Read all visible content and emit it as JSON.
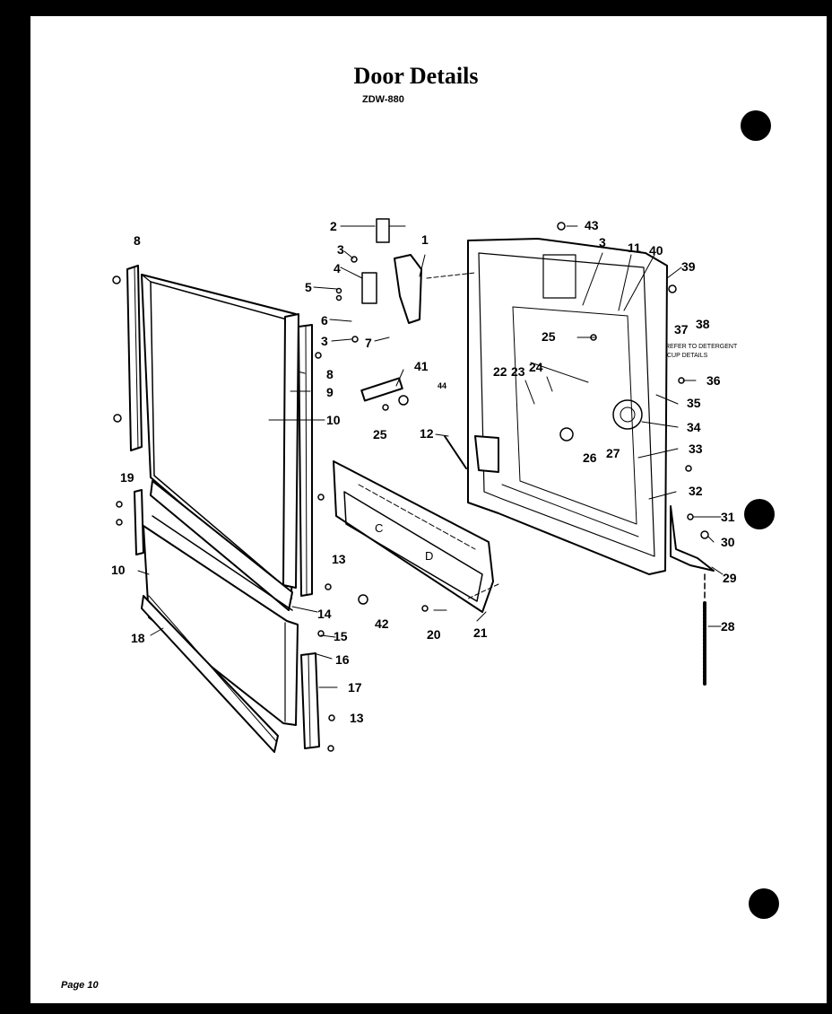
{
  "header": {
    "title": "Door Details",
    "model": "ZDW-880"
  },
  "footer": {
    "page_label": "Page 10"
  },
  "diagram": {
    "panel_letters": [
      "C",
      "D"
    ],
    "note_text": [
      "REFER TO DETERGENT",
      "CUP DETAILS"
    ],
    "callouts": [
      "1",
      "2",
      "3",
      "3",
      "3",
      "4",
      "5",
      "6",
      "7",
      "8",
      "8",
      "9",
      "10",
      "10",
      "11",
      "12",
      "13",
      "13",
      "14",
      "15",
      "16",
      "17",
      "18",
      "19",
      "20",
      "21",
      "22",
      "23",
      "24",
      "25",
      "25",
      "26",
      "27",
      "28",
      "29",
      "30",
      "31",
      "32",
      "33",
      "34",
      "35",
      "36",
      "37",
      "38",
      "39",
      "40",
      "41",
      "42",
      "43",
      "44"
    ]
  }
}
